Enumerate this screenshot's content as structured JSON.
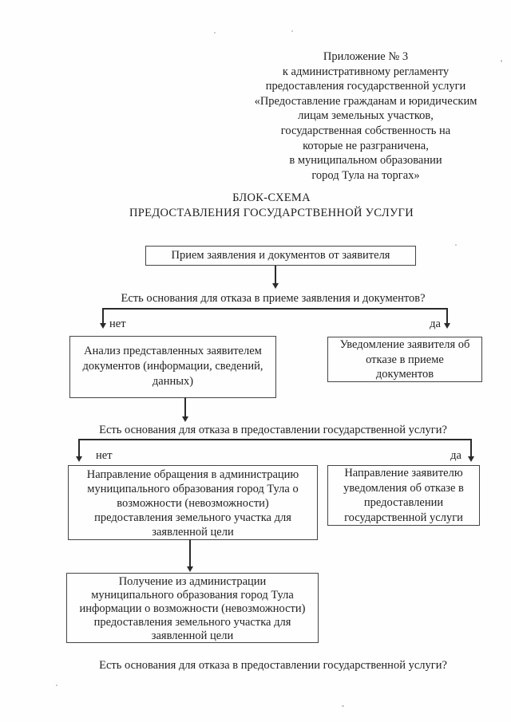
{
  "document": {
    "annex_heading": "Приложение № 3\nк административному регламенту\nпредоставления государственной услуги\n«Предоставление гражданам и юридическим\nлицам земельных участков,\nгосударственная собственность на\nкоторые не разграничена,\nв муниципальном образовании\nгород Тула на торгах»",
    "title": "БЛОК-СХЕМА\nПРЕДОСТАВЛЕНИЯ ГОСУДАРСТВЕННОЙ УСЛУГИ"
  },
  "flowchart": {
    "start": "Прием заявления и документов от заявителя",
    "q1": "Есть основания для отказа в приеме заявления и документов?",
    "no_label": "нет",
    "yes_label": "да",
    "analysis": "Анализ представленных заявителем\nдокументов (информации, сведений,\nданных)",
    "notify_refusal_accept": "Уведомление заявителя об\nотказе в приеме\nдокументов",
    "q2": "Есть основания для отказа в предоставлении государственной услуги?",
    "request_to_administration": "Направление обращения в администрацию\nмуниципального образования город Тула о\nвозможности (невозможности)\nпредоставления земельного участка для\nзаявленной цели",
    "notify_refusal_service": "Направление заявителю\nуведомления об отказе в\nпредоставлении\nгосударственной услуги",
    "info_from_administration": "Получение из администрации\nмуниципального образования город Тула\nинформации о возможности (невозможности)\nпредоставления земельного участка для\nзаявленной цели",
    "q3": "Есть основания для отказа в предоставлении государственной услуги?"
  },
  "colors": {
    "ink": "#1f1f1f",
    "line": "#2b2b2b",
    "box_border": "#454545",
    "paper": "#fefefe"
  }
}
